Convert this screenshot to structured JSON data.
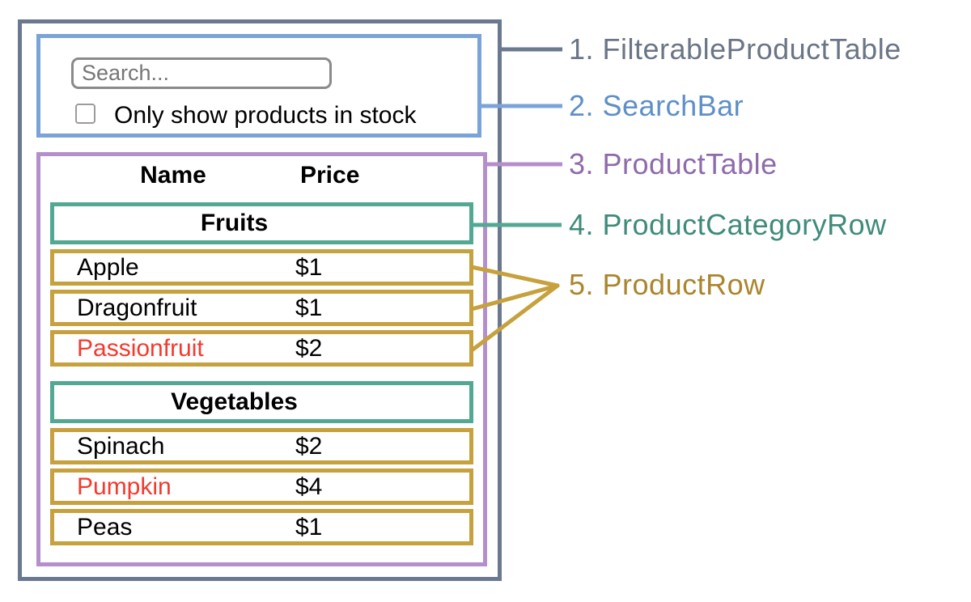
{
  "colors": {
    "outer_gray": "#6a7890",
    "blue": "#7aa4d9",
    "purple": "#b48fcc",
    "teal": "#52a893",
    "gold": "#c6a13d",
    "label_gray": "#6a7586",
    "label_blue": "#5e8fc7",
    "label_purple": "#8e6baa",
    "label_teal": "#3f8b7a",
    "label_gold": "#aa852c",
    "red": "#f5392d",
    "ink": "#000000"
  },
  "search_bar": {
    "input_placeholder": "Search...",
    "input_value": "",
    "checkbox_label": "Only show products in stock",
    "checkbox_checked": false
  },
  "product_table": {
    "header": {
      "name_column": "Name",
      "price_column": "Price"
    },
    "sections": [
      {
        "category": "Fruits",
        "rows": [
          {
            "name": "Apple",
            "price": "$1",
            "name_color": "#000000"
          },
          {
            "name": "Dragonfruit",
            "price": "$1",
            "name_color": "#000000"
          },
          {
            "name": "Passionfruit",
            "price": "$2",
            "name_color": "#f5392d"
          }
        ]
      },
      {
        "category": "Vegetables",
        "rows": [
          {
            "name": "Spinach",
            "price": "$2",
            "name_color": "#000000"
          },
          {
            "name": "Pumpkin",
            "price": "$4",
            "name_color": "#f5392d"
          },
          {
            "name": "Peas",
            "price": "$1",
            "name_color": "#000000"
          }
        ]
      }
    ]
  },
  "legend": [
    {
      "label": "1. FilterableProductTable",
      "color": "#6a7586"
    },
    {
      "label": "2. SearchBar",
      "color": "#5e8fc7"
    },
    {
      "label": "3. ProductTable",
      "color": "#8e6baa"
    },
    {
      "label": "4. ProductCategoryRow",
      "color": "#3f8b7a"
    },
    {
      "label": "5. ProductRow",
      "color": "#aa852c"
    }
  ]
}
